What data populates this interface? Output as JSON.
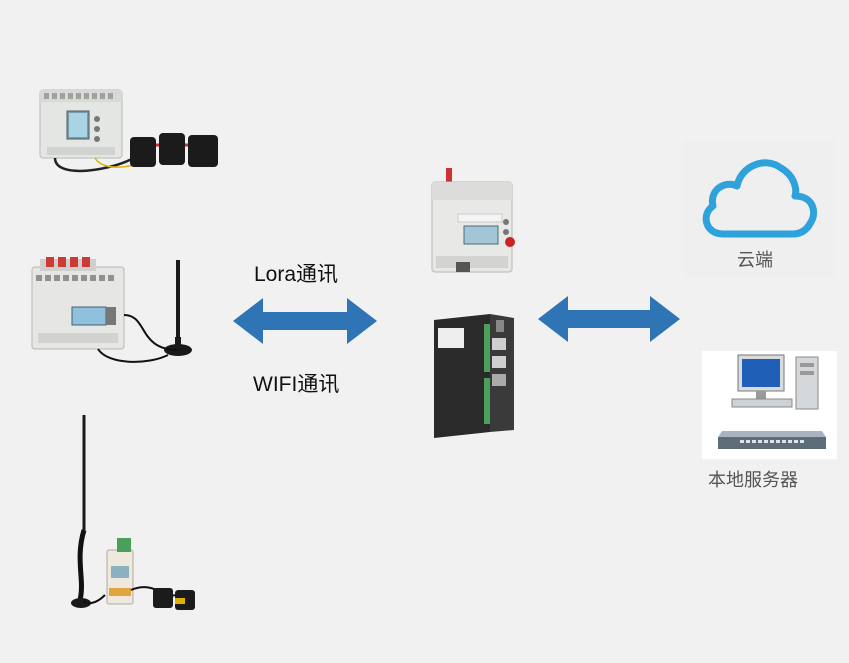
{
  "links": {
    "lora_label": "Lora通讯",
    "wifi_label": "WIFI通讯"
  },
  "endpoints": {
    "cloud_label": "云端",
    "server_label": "本地服务器"
  },
  "colors": {
    "arrow": "#2f74b5",
    "cloud": "#2fa2dc",
    "background": "#f1f1f1"
  },
  "icons": {
    "cloud": "cloud-icon",
    "server": "server-computer-icon",
    "switch": "network-switch-icon"
  }
}
